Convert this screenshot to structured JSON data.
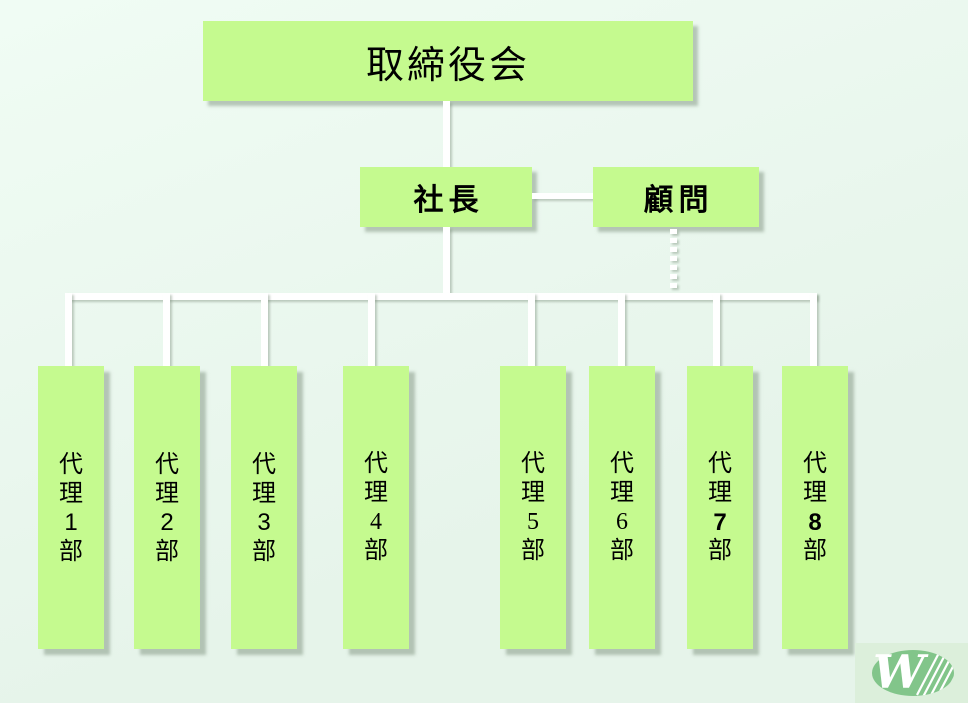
{
  "org_chart": {
    "root": {
      "label": "取締役会"
    },
    "executives": [
      {
        "label": "社長",
        "connector": "solid"
      },
      {
        "label": "顧問",
        "connector": "dotted"
      }
    ],
    "departments": [
      {
        "label": "代理1部"
      },
      {
        "label": "代理2部"
      },
      {
        "label": "代理3部"
      },
      {
        "label": "代理4部"
      },
      {
        "label": "代理5部"
      },
      {
        "label": "代理6部"
      },
      {
        "label": "代理7部"
      },
      {
        "label": "代理8部"
      }
    ]
  },
  "logo": {
    "letter": "W"
  },
  "colors": {
    "box_fill": "#c5fa8f",
    "background_top": "#f0fcf4",
    "background_bottom": "#e6f4ea",
    "connector": "#ffffff",
    "text": "#000000",
    "logo_bg": "#dcefdb",
    "logo_ellipse": "#82c58a",
    "logo_letter": "#ffffff"
  }
}
